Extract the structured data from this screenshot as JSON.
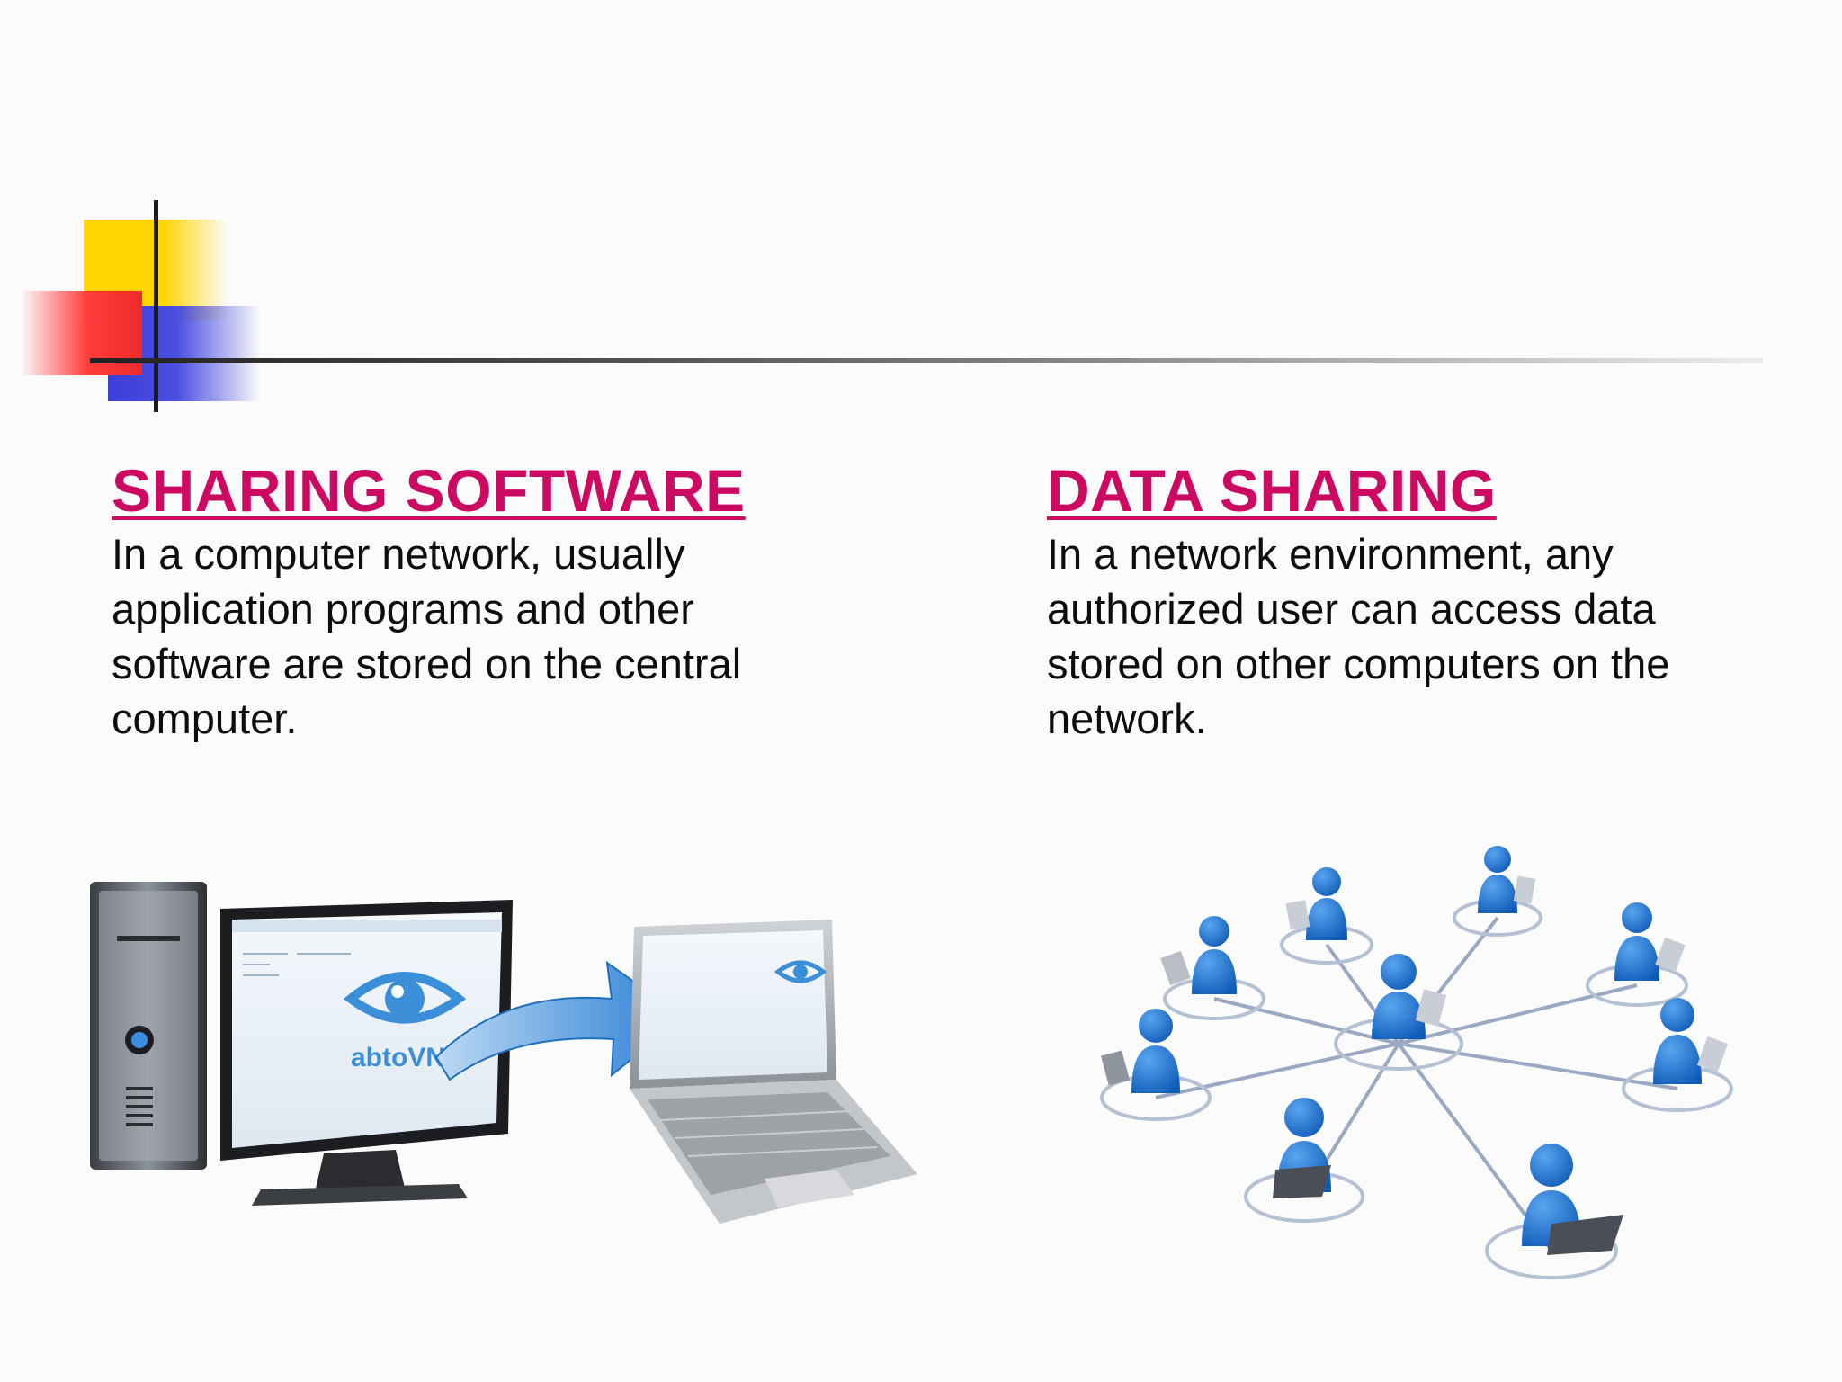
{
  "slide": {
    "left": {
      "heading": "SHARING SOFTWARE",
      "body": "In a computer network, usually application programs and other software are stored on the central computer."
    },
    "right": {
      "heading": "DATA SHARING",
      "body": "In a network environment, any authorized user can access data stored on other computers on the network."
    }
  },
  "illustration_left": {
    "logo_text": "abtoVNC",
    "icons": [
      "desktop-tower-icon",
      "monitor-icon",
      "laptop-icon",
      "arrow-icon"
    ]
  },
  "illustration_right": {
    "icons": [
      "person-laptop-icon",
      "network-lines-icon"
    ]
  },
  "colors": {
    "heading": "#cc0a62",
    "body": "#0d0d0d",
    "accent_yellow": "#ffd400",
    "accent_red": "#ff3b3b",
    "accent_blue": "#3b3fd8",
    "person_blue": "#1f74d6"
  }
}
